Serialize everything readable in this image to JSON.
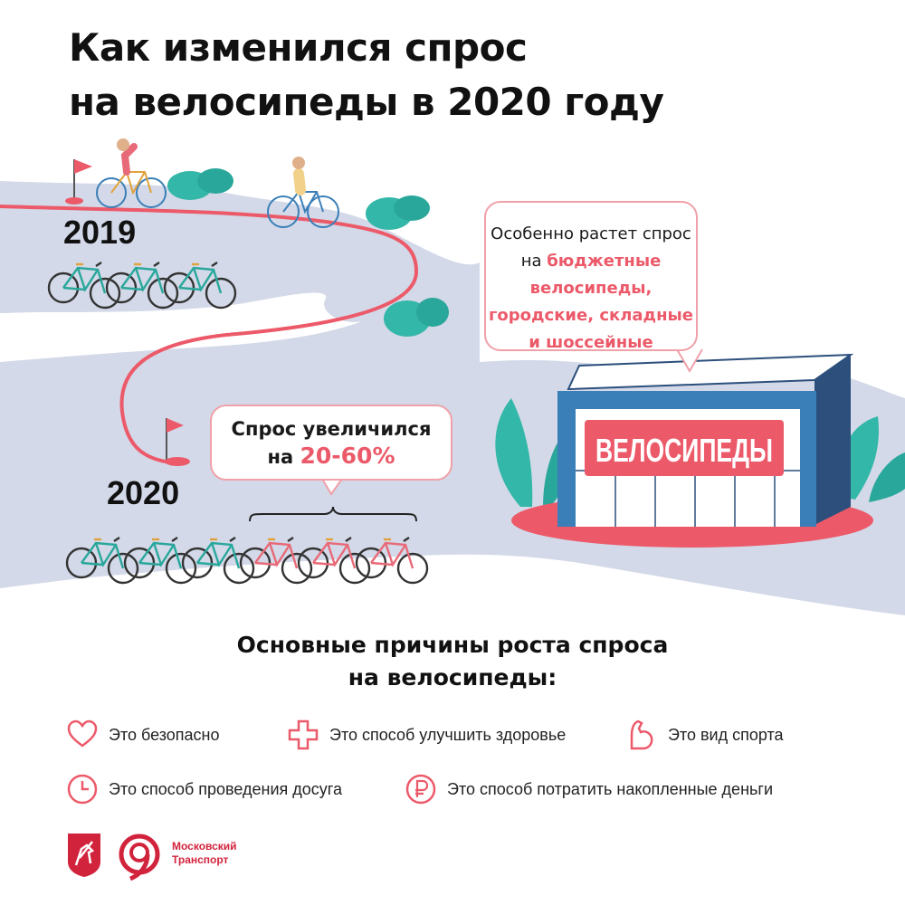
{
  "title": {
    "line1": "Как изменился спрос",
    "line2": "на велосипеды в 2020 году"
  },
  "years": {
    "before": "2019",
    "after": "2020"
  },
  "bikes": {
    "before_count": 3,
    "after_old_count": 3,
    "after_new_count": 3
  },
  "callout_types": {
    "line1": "Особенно растет спрос",
    "line2_prefix": "на ",
    "line2_highlight": "бюджетные велосипеды,",
    "line3": "городские, складные",
    "line4": "и шоссейные"
  },
  "callout_growth": {
    "line1": "Спрос увеличился",
    "line2_prefix": "на ",
    "line2_highlight": "20-60%"
  },
  "shop_sign": "ВЕЛОСИПЕДЫ",
  "reasons_title": {
    "line1": "Основные причины роста спроса",
    "line2": "на велосипеды:"
  },
  "reasons": [
    {
      "icon": "heart-icon",
      "label": "Это безопасно"
    },
    {
      "icon": "medical-cross-icon",
      "label": "Это способ улучшить здоровье"
    },
    {
      "icon": "flexed-arm-icon",
      "label": "Это вид спорта"
    },
    {
      "icon": "clock-icon",
      "label": "Это способ проведения досуга"
    },
    {
      "icon": "ruble-coin-icon",
      "label": "Это способ потратить накопленные деньги"
    }
  ],
  "logo": {
    "line1": "Московский",
    "line2": "Транспорт"
  },
  "colors": {
    "accent": "#ec5a6a",
    "road": "#d3d9e8",
    "bike_teal": "#2aa79b",
    "bike_pink": "#e86a78",
    "shop_blue": "#3b7fb8",
    "shop_dark": "#2c4f7c",
    "plant": "#33b7a8",
    "logo_red": "#d2233c"
  }
}
